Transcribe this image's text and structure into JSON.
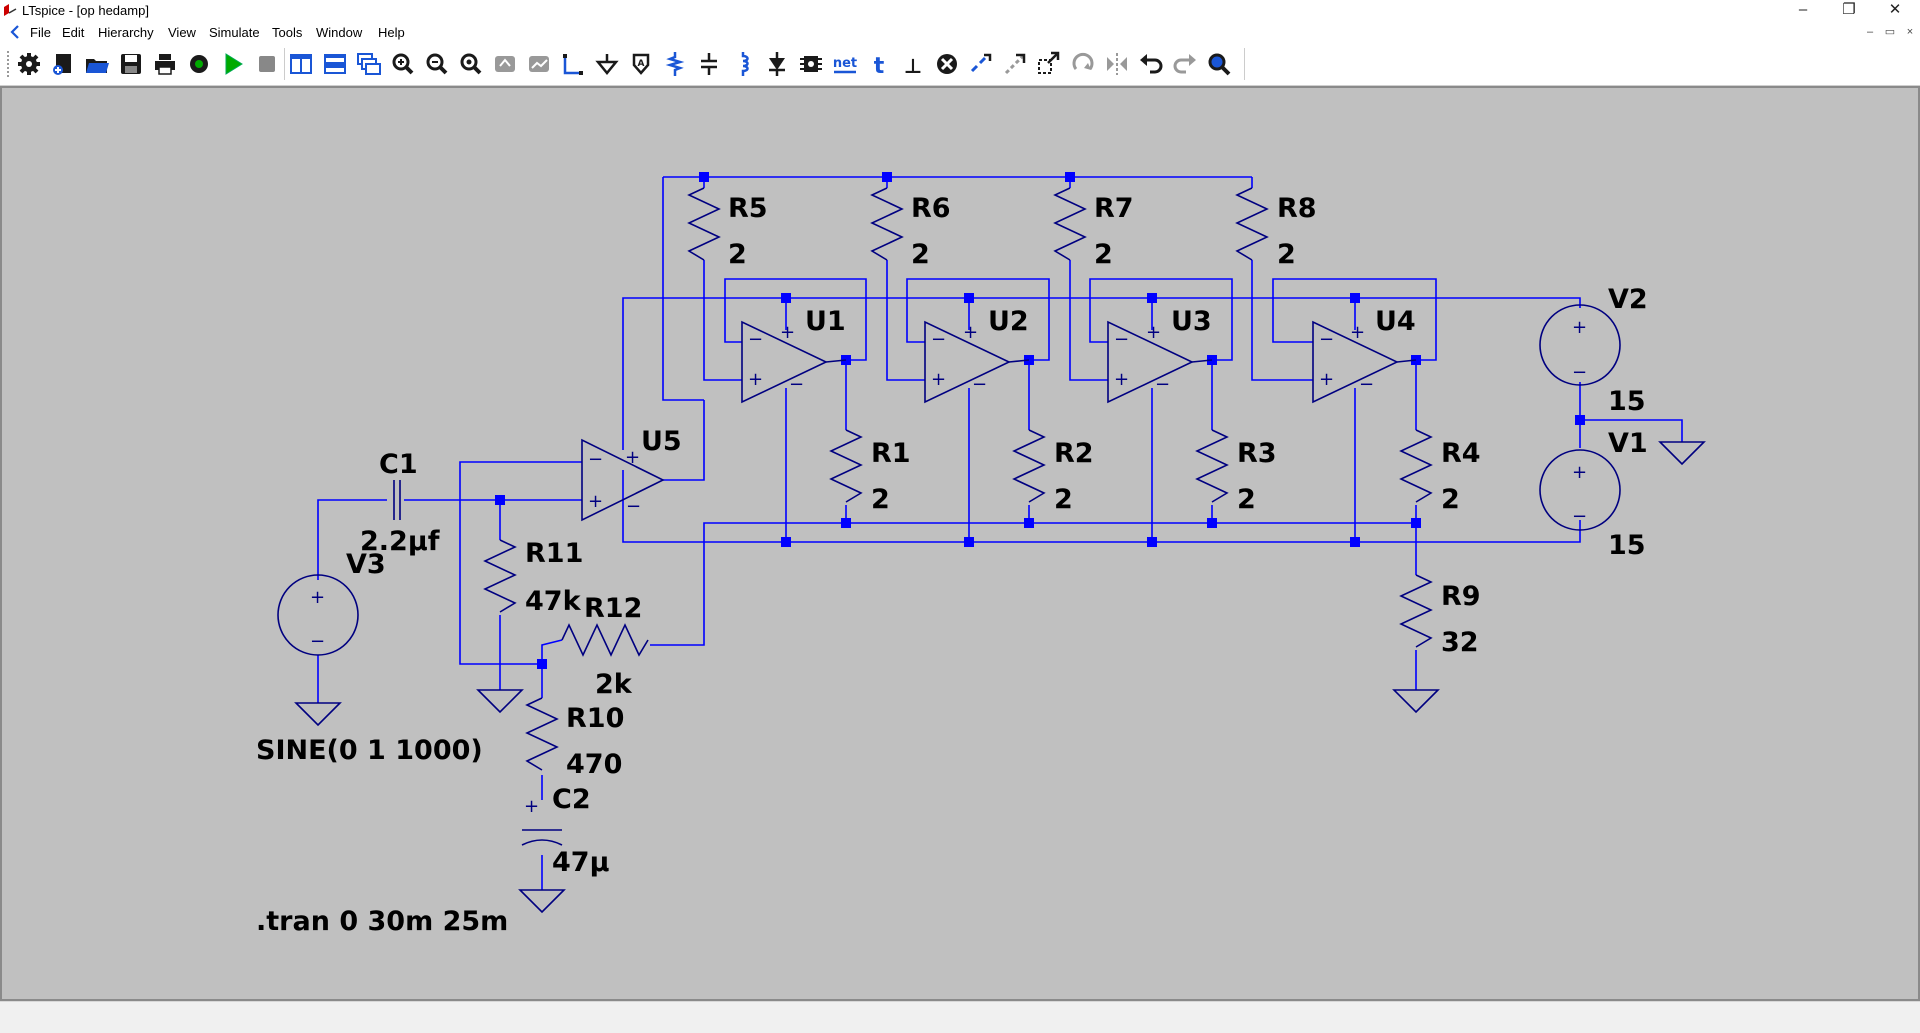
{
  "window": {
    "title": "LTspice - [op hedamp]",
    "minimize_glyph": "–",
    "maximize_glyph": "❐",
    "close_glyph": "✕"
  },
  "menu": {
    "items": [
      "File",
      "Edit",
      "Hierarchy",
      "View",
      "Simulate",
      "Tools",
      "Window",
      "Help"
    ],
    "mdi_minimize": "–",
    "mdi_restore": "▭",
    "mdi_close": "×"
  },
  "toolbar": {
    "buttons": [
      {
        "name": "settings-icon"
      },
      {
        "name": "new-schematic-icon"
      },
      {
        "name": "open-icon"
      },
      {
        "name": "save-icon"
      },
      {
        "name": "print-icon"
      },
      {
        "name": "control-panel-icon"
      },
      {
        "name": "run-icon"
      },
      {
        "name": "halt-icon"
      },
      {
        "name": "tile-vertical-icon"
      },
      {
        "name": "tile-horizontal-icon"
      },
      {
        "name": "cascade-icon"
      },
      {
        "name": "zoom-in-icon"
      },
      {
        "name": "zoom-out-icon"
      },
      {
        "name": "zoom-fit-icon"
      },
      {
        "name": "autorange-icon"
      },
      {
        "name": "plot-icon"
      },
      {
        "name": "wire-icon"
      },
      {
        "name": "ground-icon"
      },
      {
        "name": "label-icon"
      },
      {
        "name": "resistor-icon"
      },
      {
        "name": "capacitor-icon"
      },
      {
        "name": "inductor-icon"
      },
      {
        "name": "diode-icon"
      },
      {
        "name": "component-icon"
      },
      {
        "name": "net-icon"
      },
      {
        "name": "text-icon"
      },
      {
        "name": "spice-directive-icon"
      },
      {
        "name": "delete-icon"
      },
      {
        "name": "duplicate-icon"
      },
      {
        "name": "move-icon"
      },
      {
        "name": "drag-icon"
      },
      {
        "name": "rotate-icon"
      },
      {
        "name": "mirror-icon"
      },
      {
        "name": "undo-icon"
      },
      {
        "name": "redo-icon"
      },
      {
        "name": "find-icon"
      }
    ],
    "net_text": "net",
    "text_glyph": "t",
    "directive_glyph": "⊥",
    "colors": {
      "run": "#00aa00",
      "icon": "#1a1a1a",
      "accent": "#1a56d6"
    }
  },
  "schematic": {
    "colors": {
      "background": "#c0c0c0",
      "wire": "#0000ff",
      "symbol": "#000080",
      "label": "#000000"
    },
    "components": [
      {
        "ref": "R5",
        "value": "2"
      },
      {
        "ref": "R6",
        "value": "2"
      },
      {
        "ref": "R7",
        "value": "2"
      },
      {
        "ref": "R8",
        "value": "2"
      },
      {
        "ref": "U1"
      },
      {
        "ref": "U2"
      },
      {
        "ref": "U3"
      },
      {
        "ref": "U4"
      },
      {
        "ref": "U5"
      },
      {
        "ref": "R1",
        "value": "2"
      },
      {
        "ref": "R2",
        "value": "2"
      },
      {
        "ref": "R3",
        "value": "2"
      },
      {
        "ref": "R4",
        "value": "2"
      },
      {
        "ref": "V2",
        "value": "15"
      },
      {
        "ref": "V1",
        "value": "15"
      },
      {
        "ref": "C1",
        "value": "2.2µf"
      },
      {
        "ref": "V3",
        "value": "SINE(0 1 1000)"
      },
      {
        "ref": "R11",
        "value": "47k"
      },
      {
        "ref": "R12",
        "value": "2k"
      },
      {
        "ref": "R10",
        "value": "470"
      },
      {
        "ref": "C2",
        "value": "47µ"
      },
      {
        "ref": "R9",
        "value": "32"
      }
    ],
    "directive": ".tran 0 30m 25m",
    "plus_sign": "+",
    "minus_sign": "−"
  }
}
